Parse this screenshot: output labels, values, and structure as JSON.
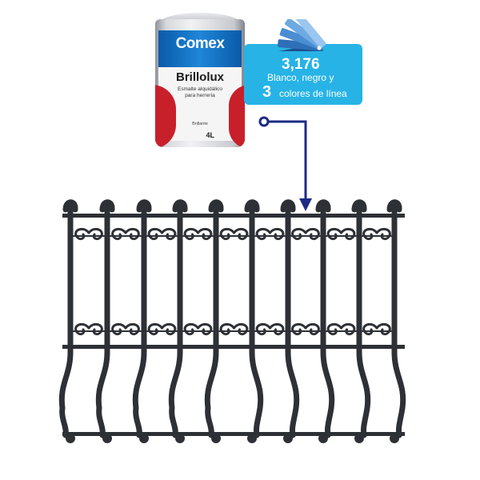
{
  "product": {
    "brand": "Comex",
    "name": "Brillolux",
    "description": "Esmalte alquidálico para herrería",
    "finish": "Brillante",
    "volume": "4L"
  },
  "badge": {
    "count": "3,176",
    "line1": "Blanco, negro y",
    "number": "3",
    "line2": "colores de línea"
  },
  "colors": {
    "badge_blue": "#27b3e6",
    "connector_navy": "#1c2a86",
    "fence_iron": "#2d3136",
    "brand_blue": "#0a5aa8",
    "brand_red": "#c8202b"
  },
  "icons": {
    "swatch": "color-swatch-fan-icon"
  }
}
